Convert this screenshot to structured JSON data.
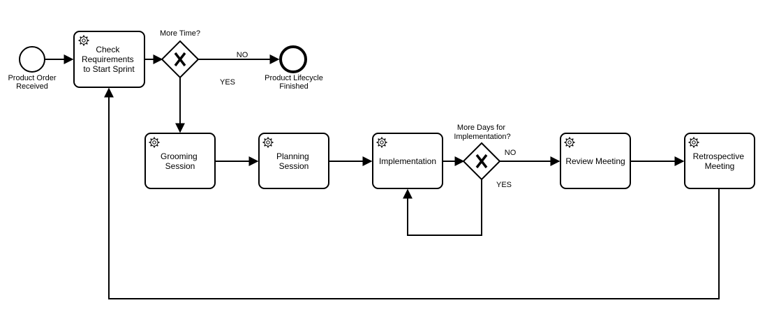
{
  "events": {
    "start": "Product Order Received",
    "end": "Product Lifecycle Finished"
  },
  "tasks": {
    "check": [
      "Check",
      "Requirements",
      "to Start Sprint"
    ],
    "grooming": [
      "Grooming",
      "Session"
    ],
    "planning": [
      "Planning",
      "Session"
    ],
    "implementation": [
      "Implementation"
    ],
    "review": [
      "Review Meeting"
    ],
    "retro": [
      "Retrospective",
      "Meeting"
    ]
  },
  "gateways": {
    "g1": {
      "question": "More Time?",
      "no": "NO",
      "yes": "YES"
    },
    "g2": {
      "question": [
        "More Days for",
        "Implementation?"
      ],
      "no": "NO",
      "yes": "YES"
    }
  },
  "icons": {
    "task": "gear-icon",
    "gateway": "exclusive-gateway-x-icon"
  }
}
